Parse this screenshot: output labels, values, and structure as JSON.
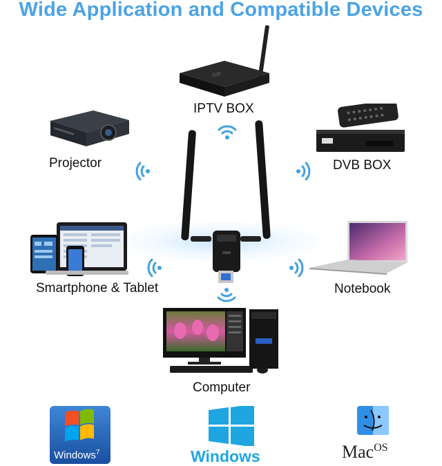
{
  "title": "Wide Application and Compatible Devices",
  "devices": {
    "iptv": "IPTV BOX",
    "projector": "Projector",
    "dvb": "DVB BOX",
    "smartphone": "Smartphone & Tablet",
    "notebook": "Notebook",
    "computer": "Computer"
  },
  "os": {
    "win7": "Windows",
    "win7_sup": "7",
    "win10": "Windows",
    "mac": "Mac",
    "mac_os": "OS"
  },
  "colors": {
    "title": "#4aa3e6",
    "wifi": "#3fa0e0",
    "win10": "#1fa6e0"
  },
  "icons": [
    "wifi-icon",
    "windows7-logo",
    "windows10-logo",
    "mac-finder-logo"
  ]
}
